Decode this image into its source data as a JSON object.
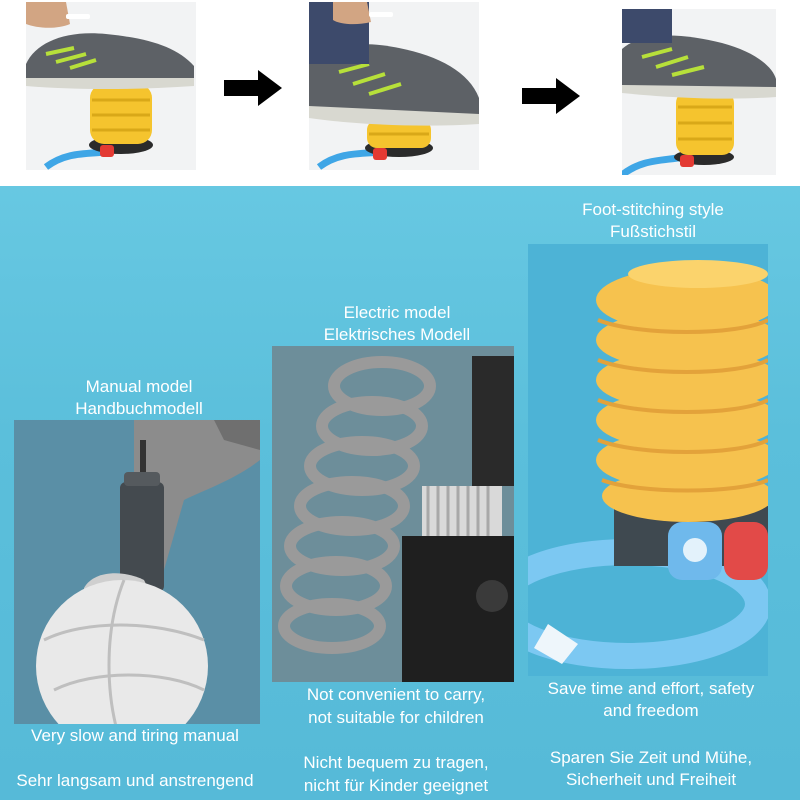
{
  "steps": [
    {
      "name": "step-1-photo"
    },
    {
      "name": "step-2-photo"
    },
    {
      "name": "step-3-photo"
    }
  ],
  "columns": {
    "manual": {
      "title_en": "Manual model",
      "title_de": "Handbuchmodell",
      "caption_en": "Very slow and tiring manual",
      "caption_de": "Sehr langsam und anstrengend"
    },
    "electric": {
      "title_en": "Electric model",
      "title_de": "Elektrisches Modell",
      "caption_en_1": "Not convenient to carry,",
      "caption_en_2": "not suitable for children",
      "caption_de_1": "Nicht bequem zu tragen,",
      "caption_de_2": "nicht für Kinder geeignet"
    },
    "foot": {
      "title_en": "Foot-stitching style",
      "title_de": "Fußstichstil",
      "caption_en_1": "Save time and effort, safety",
      "caption_en_2": "and freedom",
      "caption_de_1": "Sparen Sie Zeit und Mühe,",
      "caption_de_2": "Sicherheit und Freiheit"
    }
  },
  "colors": {
    "background_blue": "#5bbfdb",
    "pump_yellow": "#f4c84a",
    "hose_blue": "#4aa8e8",
    "valve_red": "#e2443c"
  }
}
